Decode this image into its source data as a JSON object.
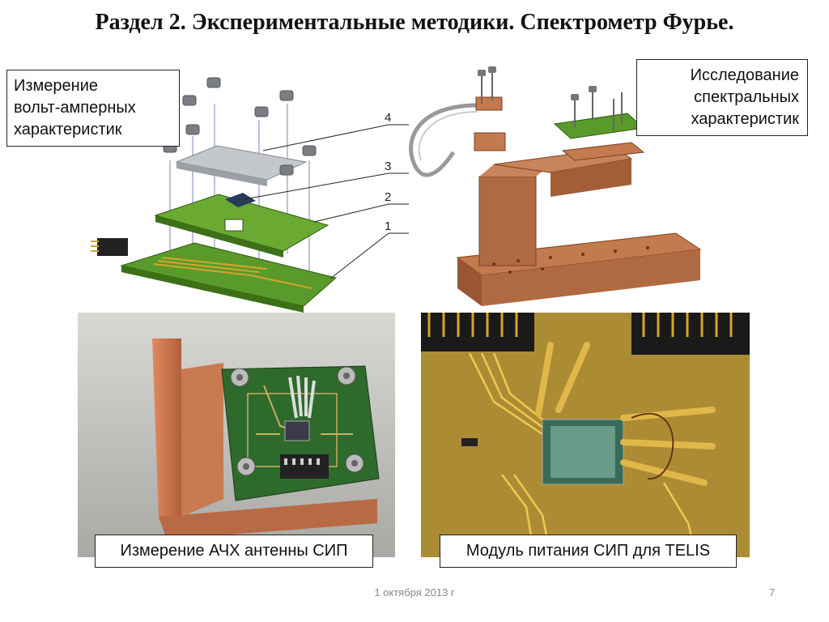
{
  "slide": {
    "title": "Раздел 2. Экспериментальные методики. Спектрометр Фурье.",
    "date": "1 октября 2013 г",
    "page_number": "7"
  },
  "captions": {
    "iv_line1": "Измерение",
    "iv_line2": "вольт-амперных",
    "iv_line3": "характеристик",
    "spectral_line1": "Исследование",
    "spectral_line2": "спектральных",
    "spectral_line3": "характеристик",
    "afc": "Измерение АЧХ антенны СИП",
    "module": "Модуль питания СИП для TELIS"
  },
  "exploded_view": {
    "labels": [
      "1",
      "2",
      "3",
      "4"
    ]
  },
  "colors": {
    "pcb_green": "#5a9a2a",
    "copper": "#b06a42",
    "gold": "#d4a52a",
    "cover_grey": "#c4c8cc"
  }
}
